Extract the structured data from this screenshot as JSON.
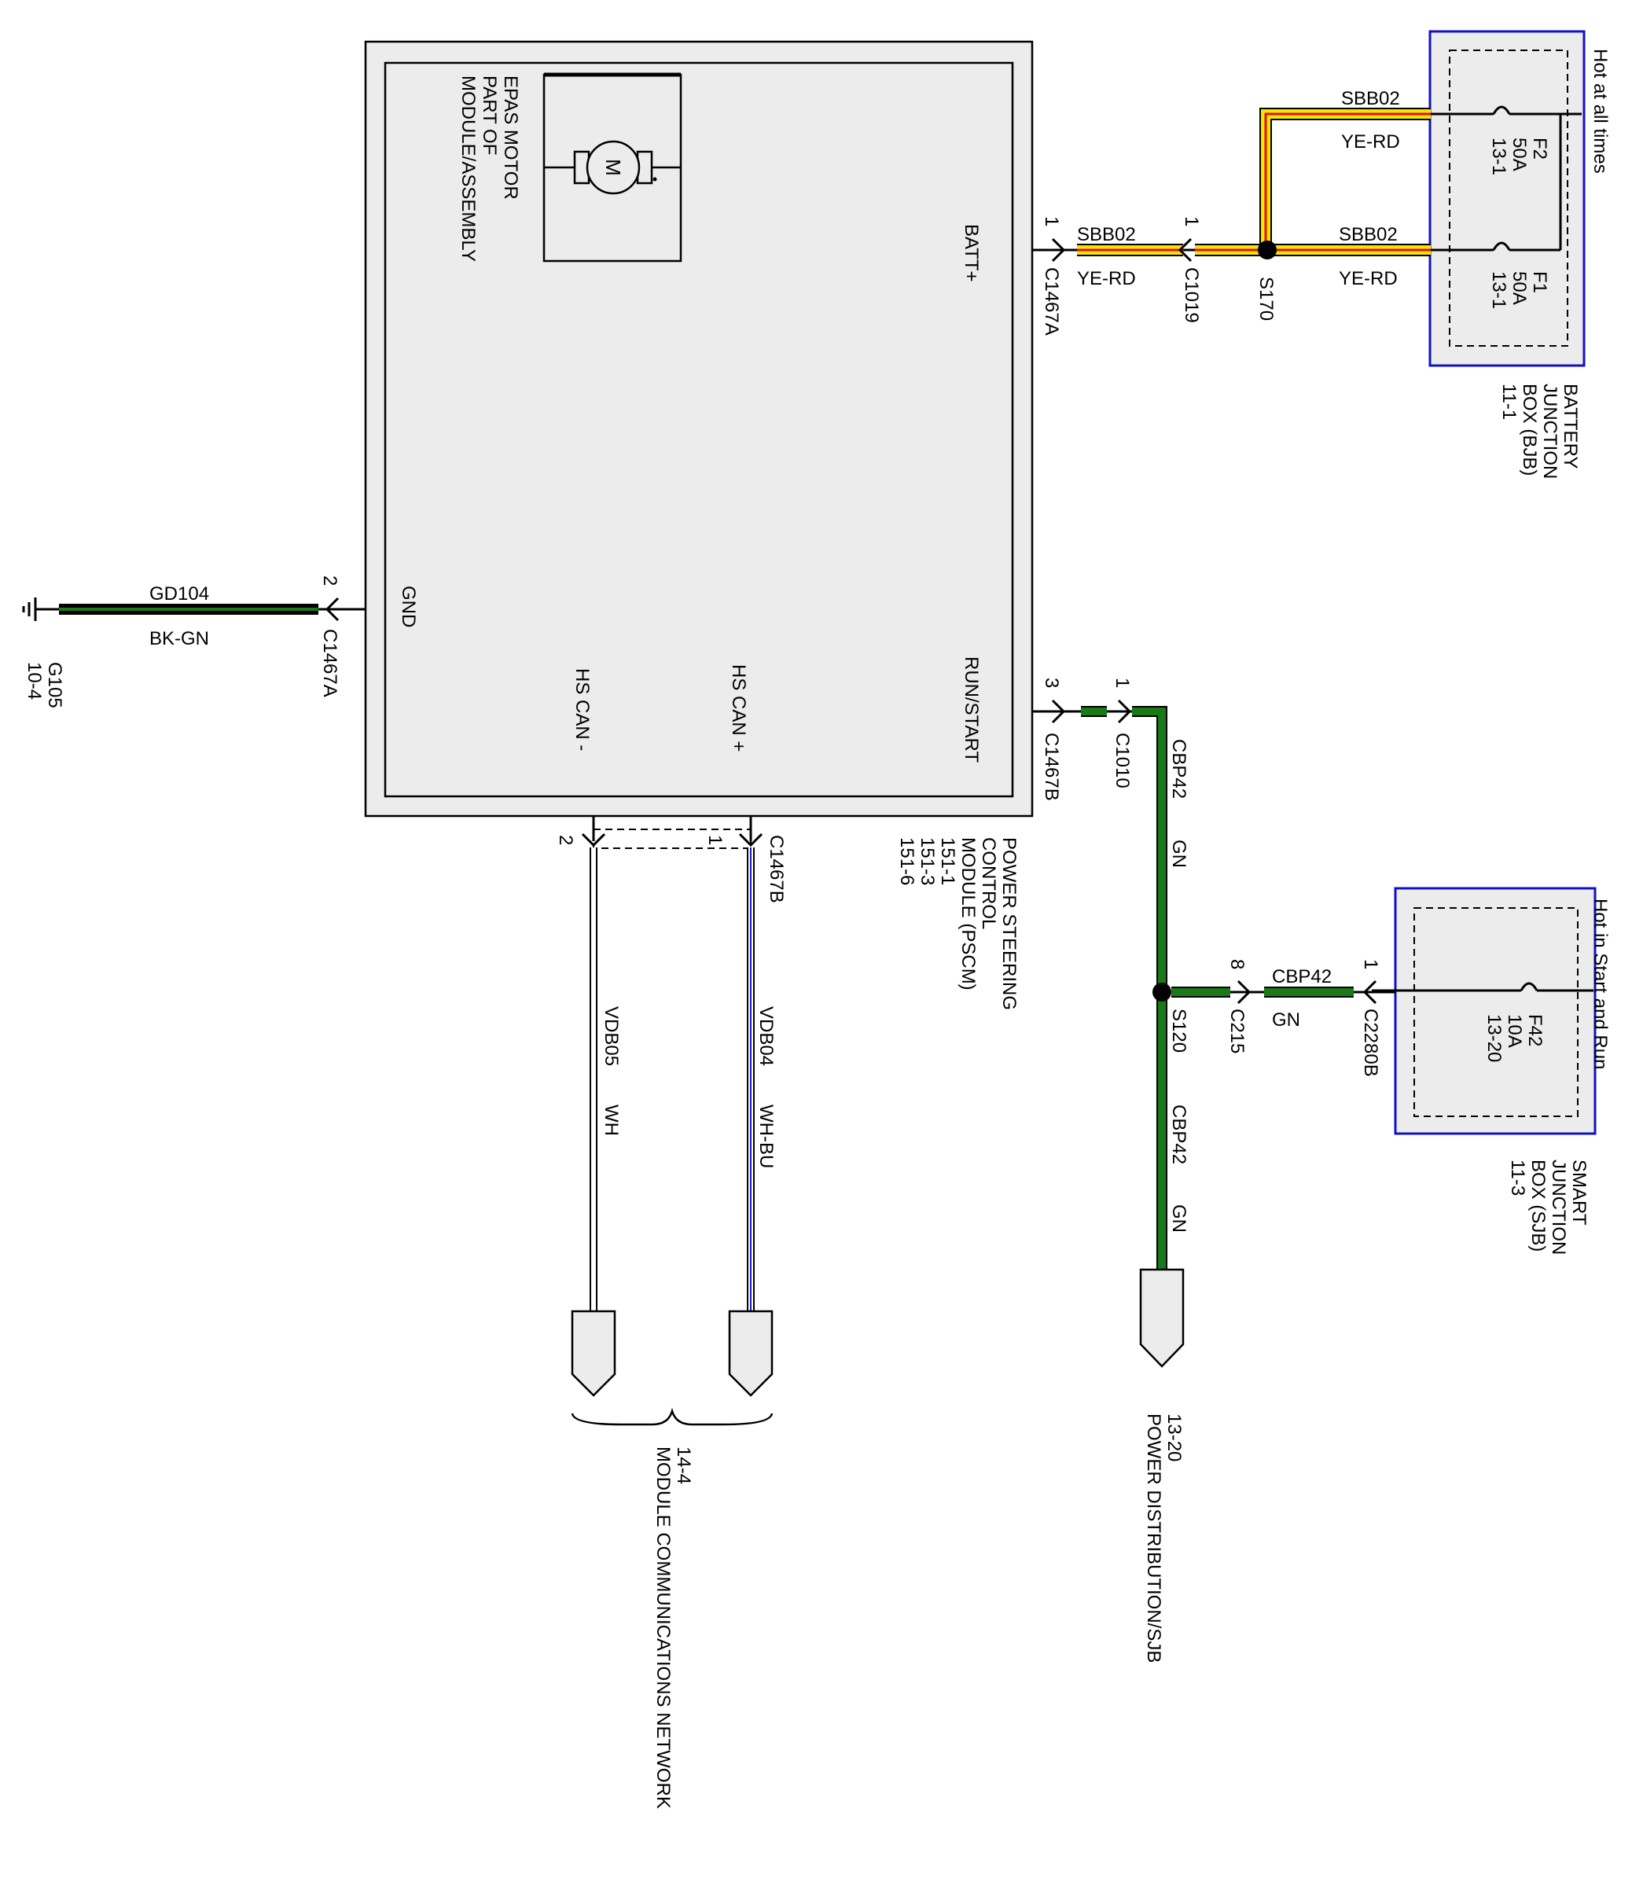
{
  "colors": {
    "yellow": "#f5e400",
    "red": "#e01010",
    "green": "#1a7a1a",
    "blue_border": "#1010c8",
    "module_fill": "#ececec",
    "white_wire": "#ffffff",
    "blue_wire": "#1414c8"
  },
  "pscm": {
    "epas_lines": [
      "EPAS MOTOR",
      "PART OF",
      "MODULE/ASSEMBLY"
    ],
    "motor_symbol": "M",
    "pin_batt": "BATT+",
    "pin_gnd": "GND",
    "pin_run_start": "RUN/START",
    "pin_can_minus": "HS CAN -",
    "pin_can_plus": "HS CAN +",
    "name_lines": [
      "POWER STEERING",
      "CONTROL",
      "MODULE (PSCM)",
      "151-1",
      "151-3",
      "151-6"
    ]
  },
  "bjb": {
    "name_lines": [
      "BATTERY",
      "JUNCTION",
      "BOX (BJB)",
      "11-1"
    ],
    "hot_note": "Hot at all times",
    "fuse_f2": [
      "F2",
      "50A",
      "13-1"
    ],
    "fuse_f1": [
      "F1",
      "50A",
      "13-1"
    ]
  },
  "sjb": {
    "name_lines": [
      "SMART",
      "JUNCTION",
      "BOX (SJB)",
      "11-3"
    ],
    "hot_note": "Hot in Start and Run",
    "fuse_f42": [
      "F42",
      "10A",
      "13-20"
    ]
  },
  "wires": {
    "sbb02_top": {
      "circuit": "SBB02",
      "color": "YE-RD"
    },
    "sbb02_bottom": {
      "circuit": "SBB02",
      "color": "YE-RD"
    },
    "sbb02_module": {
      "circuit": "SBB02",
      "color": "YE-RD"
    },
    "gd104": {
      "circuit": "GD104",
      "color": "BK-GN"
    },
    "cbp42_sjb": {
      "circuit": "CBP42",
      "color": "GN"
    },
    "cbp42_upper": {
      "circuit": "CBP42",
      "color": "GN"
    },
    "cbp42_lower": {
      "circuit": "CBP42",
      "color": "GN"
    },
    "vdb04": {
      "circuit": "VDB04",
      "color": "WH-BU"
    },
    "vdb05": {
      "circuit": "VDB05",
      "color": "WH"
    }
  },
  "connectors": {
    "c1467a_batt": {
      "name": "C1467A",
      "pin": "1"
    },
    "c1019": {
      "name": "C1019",
      "pin": "1"
    },
    "c1467a_gnd": {
      "name": "C1467A",
      "pin": "2"
    },
    "c1467b_run": {
      "name": "C1467B",
      "pin": "3"
    },
    "c1010": {
      "name": "C1010",
      "pin": "1"
    },
    "c215": {
      "name": "C215",
      "pin": "8"
    },
    "c2280b": {
      "name": "C2280B",
      "pin": "1"
    },
    "c1467b_can": {
      "name": "C1467B",
      "pin_plus": "1",
      "pin_minus": "2"
    }
  },
  "splices": {
    "s170": "S170",
    "s120": "S120"
  },
  "ground": {
    "name": "G105",
    "ref": "10-4"
  },
  "refs": {
    "power_distribution": [
      "13-20",
      "POWER DISTRIBUTION/SJB"
    ],
    "module_comm": [
      "14-4",
      "MODULE COMMUNICATIONS NETWORK"
    ]
  }
}
